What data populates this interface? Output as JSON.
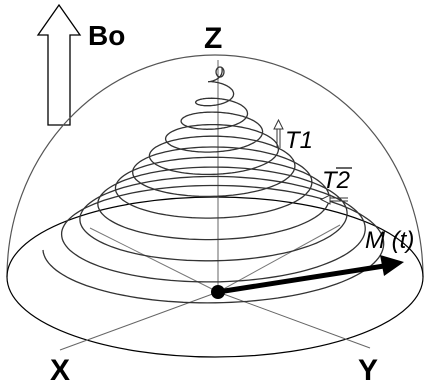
{
  "labels": {
    "b0": "Bo",
    "z_axis": "Z",
    "x_axis": "X",
    "y_axis": "Y",
    "t1": "T1",
    "t2": "T2",
    "magnetization": "M (t)"
  },
  "colors": {
    "line": "#000000",
    "thin": "#555555",
    "background": "#ffffff"
  }
}
